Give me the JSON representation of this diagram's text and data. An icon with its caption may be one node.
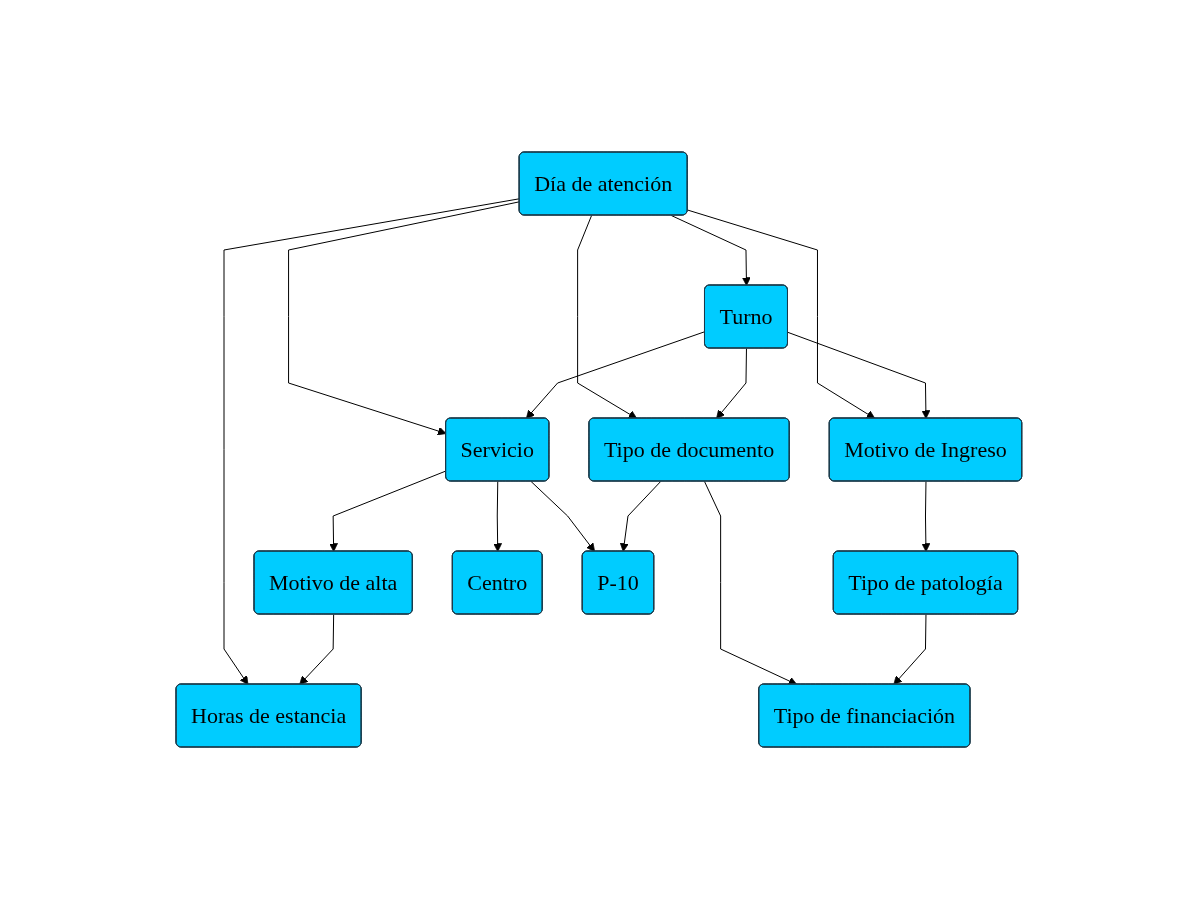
{
  "diagram": {
    "nodes": [
      {
        "text": [
          "Día de atención"
        ]
      },
      {
        "text": [
          "Turno"
        ]
      },
      {
        "text": [
          "Servicio"
        ]
      },
      {
        "text": [
          "Tipo de documento"
        ]
      },
      {
        "text": [
          "Motivo de Ingreso"
        ]
      },
      {
        "text": [
          "Tipo de patología"
        ]
      },
      {
        "text": [
          "Motivo de alta"
        ]
      },
      {
        "text": [
          "Centro"
        ]
      },
      {
        "text": [
          "P-10"
        ]
      },
      {
        "text": [
          "Horas de estancia"
        ]
      },
      {
        "text": [
          "Tipo de financiación"
        ]
      }
    ],
    "edges": [
      {
        "from": 0,
        "to": 1,
        "arrow": "to"
      },
      {
        "from": 0,
        "to": 2,
        "arrow": "to"
      },
      {
        "from": 0,
        "to": 3,
        "arrow": "to"
      },
      {
        "from": 0,
        "to": 4,
        "arrow": "to"
      },
      {
        "from": 0,
        "to": 9,
        "arrow": "to"
      },
      {
        "from": 1,
        "to": 2,
        "arrow": "to"
      },
      {
        "from": 1,
        "to": 3,
        "arrow": "to"
      },
      {
        "from": 1,
        "to": 4,
        "arrow": "to"
      },
      {
        "from": 2,
        "to": 6,
        "arrow": "to"
      },
      {
        "from": 2,
        "to": 7,
        "arrow": "to"
      },
      {
        "from": 2,
        "to": 8,
        "arrow": "to"
      },
      {
        "from": 3,
        "to": 8,
        "arrow": "to"
      },
      {
        "from": 3,
        "to": 10,
        "arrow": "to"
      },
      {
        "from": 4,
        "to": 5,
        "arrow": "to"
      },
      {
        "from": 5,
        "to": 10,
        "arrow": "to"
      },
      {
        "from": 6,
        "to": 9,
        "arrow": "to"
      }
    ]
  }
}
